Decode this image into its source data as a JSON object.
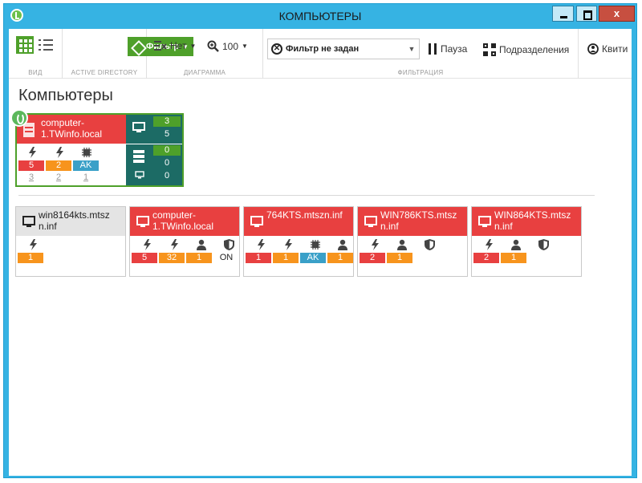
{
  "window": {
    "title": "КОМПЬЮТЕРЫ",
    "close_label": "x"
  },
  "ribbon": {
    "view_label": "ВИД",
    "ad_label": "ACTIVE DIRECTORY",
    "filter_button": "Фильтр",
    "diagram_label": "ДИАГРАММА",
    "diagram_none": "Нет",
    "zoom": "100",
    "filter_combo": "Фильтр не задан",
    "pause": "Пауза",
    "subdivisions": "Подразделения",
    "filter_group_label": "ФИЛЬТРАЦИЯ",
    "receipt": "Квити"
  },
  "content": {
    "section_title": "Компьютеры",
    "group_card": {
      "name": "computer-\n1.TWinfo.local",
      "badges": [
        "5",
        "2",
        "AK"
      ],
      "links": [
        "3",
        "2",
        "1"
      ],
      "side_top": [
        "3",
        "5"
      ],
      "side_bottom": [
        "0",
        "0",
        "0"
      ]
    },
    "cards": [
      {
        "name": "win8164kts.mtsz\nn.inf",
        "head": "gray",
        "icons": [
          "bolt-icon"
        ],
        "badges": [
          {
            "v": "1",
            "c": "orange"
          }
        ]
      },
      {
        "name": "computer-\n1.TWinfo.local",
        "head": "red",
        "icons": [
          "bolt-icon",
          "bolt-icon",
          "user-icon",
          "shield-icon"
        ],
        "badges": [
          {
            "v": "5",
            "c": "red"
          },
          {
            "v": "32",
            "c": "orange"
          },
          {
            "v": "1",
            "c": "orange"
          },
          {
            "v": "ON",
            "c": "plain"
          }
        ]
      },
      {
        "name": "764KTS.mtszn.inf",
        "head": "red",
        "icons": [
          "bolt-icon",
          "bolt-icon",
          "chip-icon",
          "user-icon"
        ],
        "badges": [
          {
            "v": "1",
            "c": "red"
          },
          {
            "v": "1",
            "c": "orange"
          },
          {
            "v": "AK",
            "c": "blue"
          },
          {
            "v": "1",
            "c": "orange"
          }
        ]
      },
      {
        "name": "WIN786KTS.mtsz\nn.inf",
        "head": "red",
        "icons": [
          "bolt-icon",
          "user-icon",
          "shield-icon"
        ],
        "badges": [
          {
            "v": "2",
            "c": "red"
          },
          {
            "v": "1",
            "c": "orange"
          }
        ]
      },
      {
        "name": "WIN864KTS.mtsz\nn.inf",
        "head": "red",
        "icons": [
          "bolt-icon",
          "user-icon",
          "shield-icon"
        ],
        "badges": [
          {
            "v": "2",
            "c": "red"
          },
          {
            "v": "1",
            "c": "orange"
          }
        ]
      }
    ]
  },
  "colors": {
    "accent": "#36b3e3",
    "green": "#4ea02a",
    "red": "#e84040",
    "orange": "#f7941d",
    "blue": "#3aa0c8",
    "teal": "#1c6b65"
  }
}
